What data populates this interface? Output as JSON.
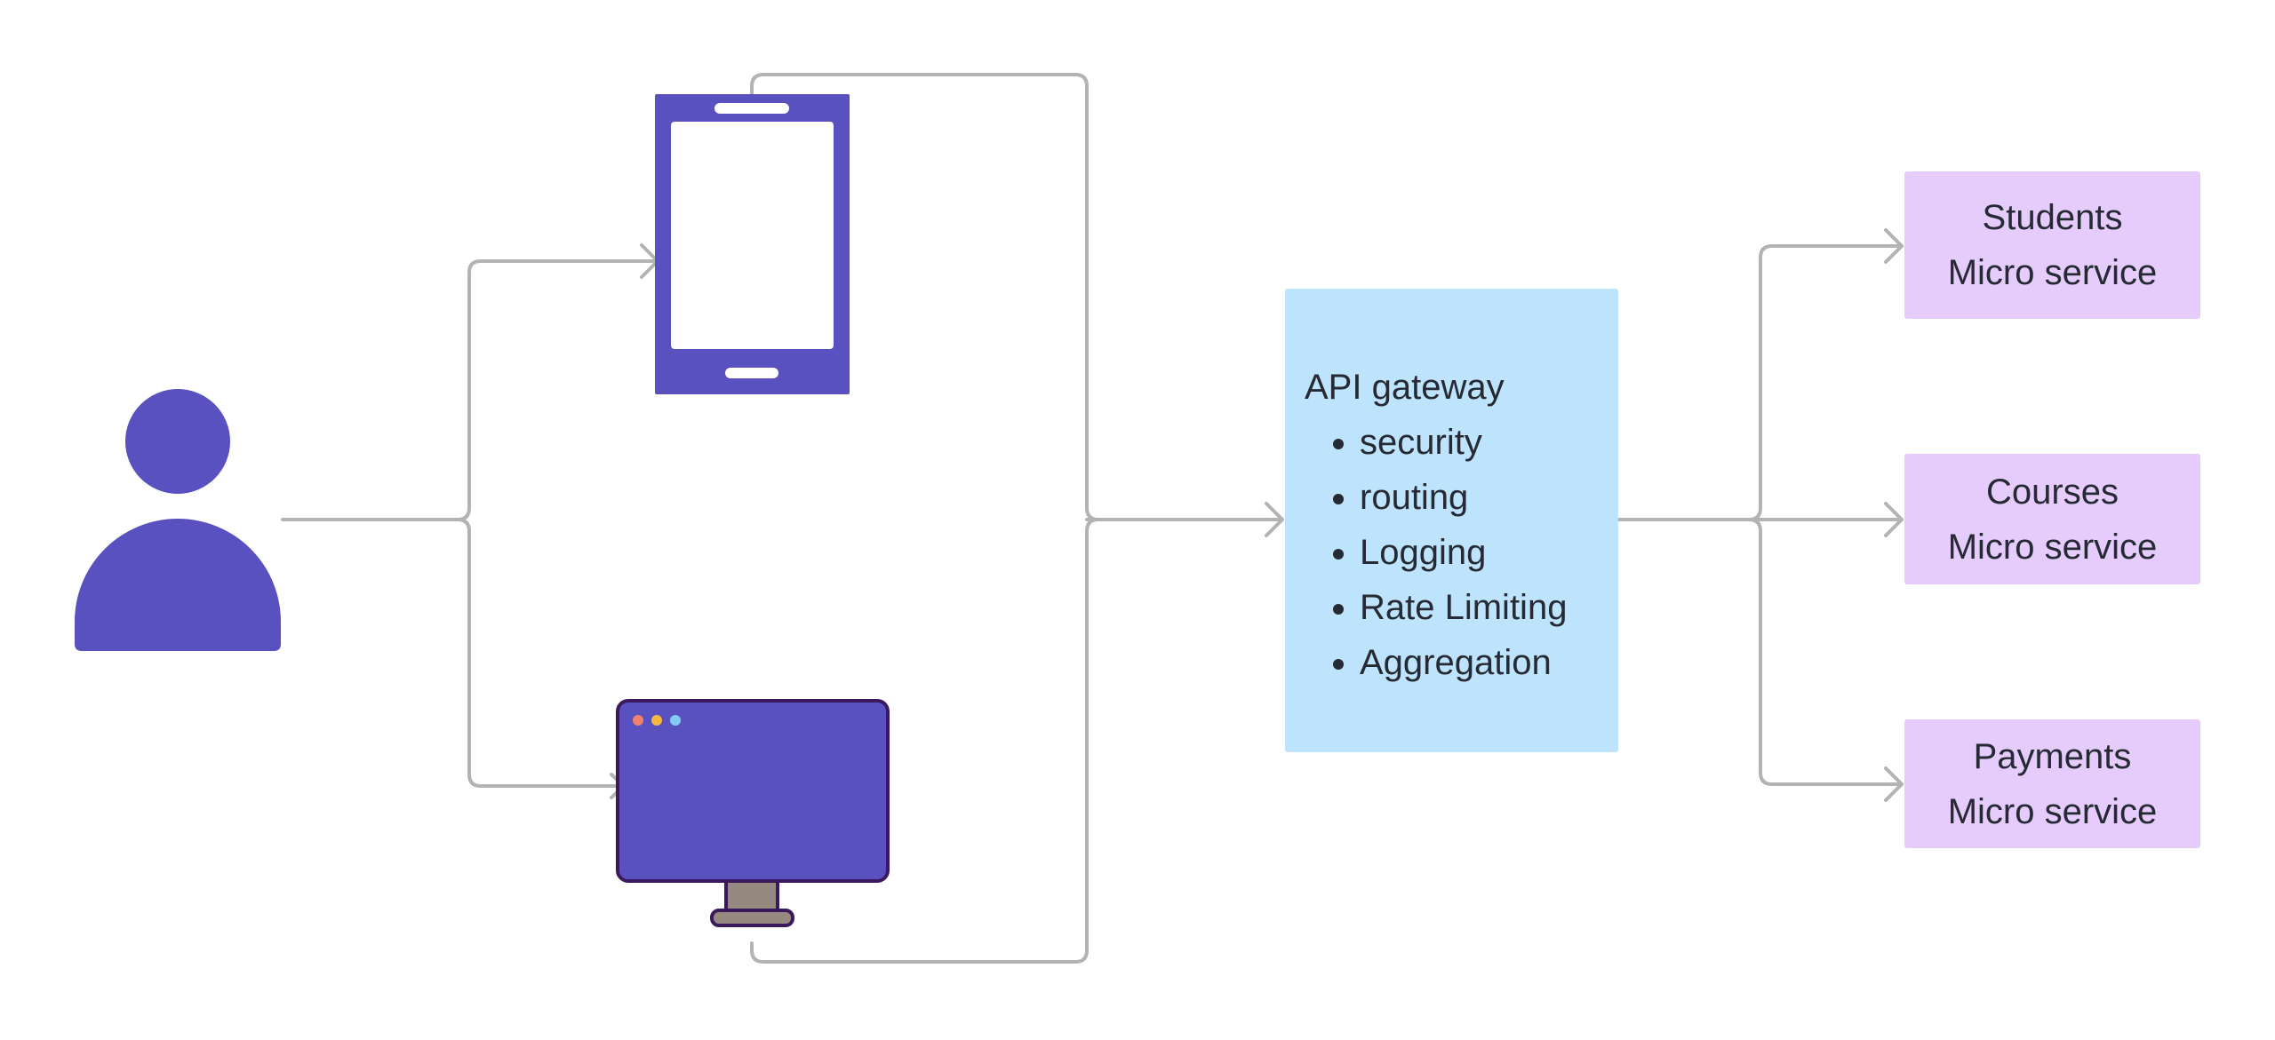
{
  "gateway": {
    "title": "API gateway",
    "items": [
      "security",
      "routing",
      "Logging",
      "Rate Limiting",
      "Aggregation"
    ]
  },
  "services": [
    {
      "line1": "Students",
      "line2": "Micro service"
    },
    {
      "line1": "Courses",
      "line2": "Micro service"
    },
    {
      "line1": "Payments",
      "line2": "Micro service"
    }
  ],
  "icons": {
    "user": "user-icon",
    "mobile": "mobile-phone-icon",
    "desktop": "desktop-monitor-icon"
  },
  "colors": {
    "icon_fill": "#5851bf",
    "connector": "#b3b3b3",
    "gateway_fill": "#bee3fd",
    "service_fill": "#e5ccfd",
    "monitor_stand": "#968a80",
    "monitor_outline": "#3a1a5c",
    "dot_red": "#f2816b",
    "dot_yellow": "#f5b93b",
    "dot_blue": "#83cbf2"
  }
}
